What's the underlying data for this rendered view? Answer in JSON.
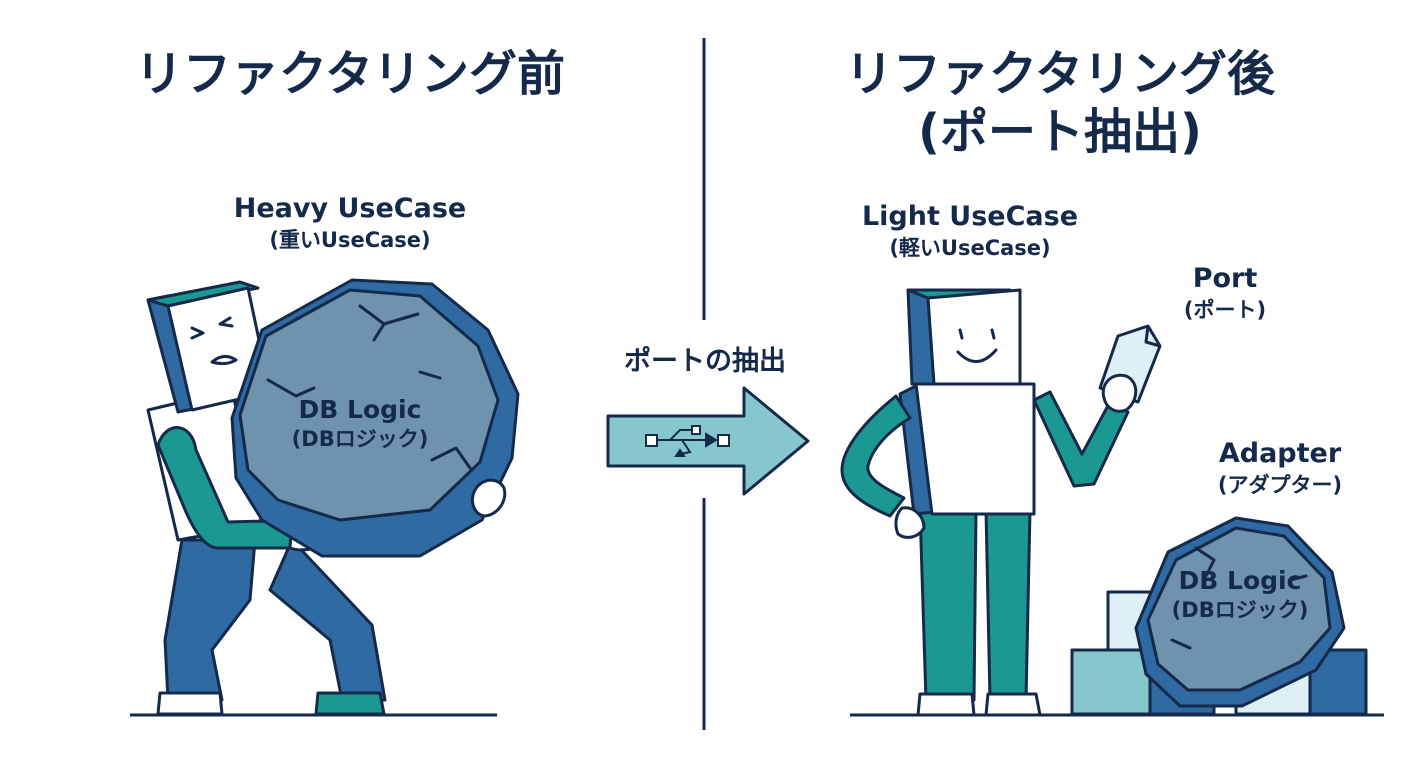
{
  "before": {
    "title": "リファクタリング前",
    "usecase_name": "Heavy UseCase",
    "usecase_sub": "(重いUseCase)",
    "rock_name": "DB Logic",
    "rock_sub": "(DBロジック)"
  },
  "arrow": {
    "label": "ポートの抽出"
  },
  "after": {
    "title_line1": "リファクタリング後",
    "title_line2": "(ポート抽出)",
    "usecase_name": "Light UseCase",
    "usecase_sub": "(軽いUseCase)",
    "port_name": "Port",
    "port_sub": "(ポート)",
    "adapter_name": "Adapter",
    "adapter_sub": "(アダプター)",
    "rock_name": "DB Logic",
    "rock_sub": "(DBロジック)"
  },
  "colors": {
    "navy": "#15294a",
    "blue": "#2f6aa3",
    "teal": "#1c9893",
    "rock_gray": "#6f93ad",
    "light_cyan": "#86c7cd",
    "paper": "#ffffff",
    "pale_blue": "#deeff6"
  }
}
